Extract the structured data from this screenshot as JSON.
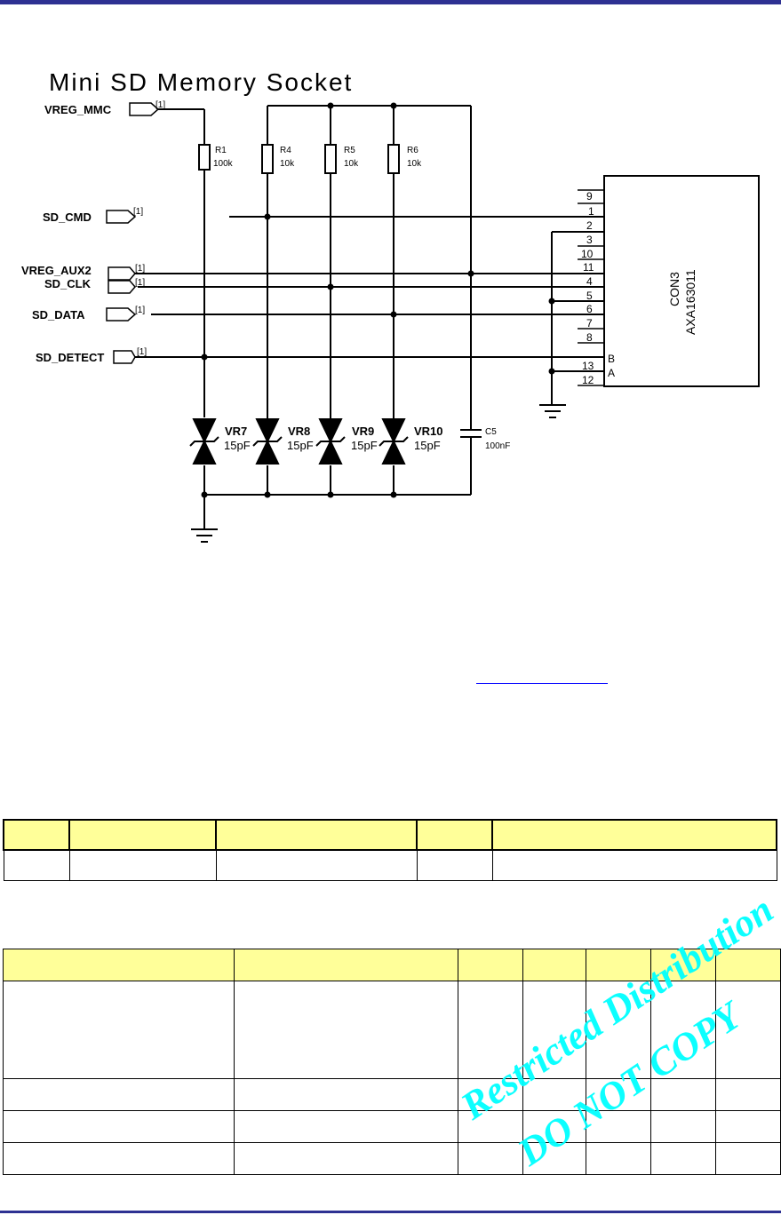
{
  "schematic": {
    "title": "Mini SD Memory Socket",
    "nets": [
      "VREG_MMC",
      "SD_CMD",
      "VREG_AUX2",
      "SD_CLK",
      "SD_DATA",
      "SD_DETECT"
    ],
    "net_ref": "[1]",
    "resistors": [
      {
        "ref": "R1",
        "value": "100k"
      },
      {
        "ref": "R4",
        "value": "10k"
      },
      {
        "ref": "R5",
        "value": "10k"
      },
      {
        "ref": "R6",
        "value": "10k"
      }
    ],
    "varistors": [
      {
        "ref": "VR7",
        "value": "15pF"
      },
      {
        "ref": "VR8",
        "value": "15pF"
      },
      {
        "ref": "VR9",
        "value": "15pF"
      },
      {
        "ref": "VR10",
        "value": "15pF"
      }
    ],
    "capacitor": {
      "ref": "C5",
      "value": "100nF"
    },
    "connector": {
      "ref": "CON3",
      "part": "AXA163011",
      "pins": [
        "9",
        "1",
        "2",
        "3",
        "10",
        "11",
        "4",
        "5",
        "6",
        "7",
        "8",
        "13",
        "12"
      ],
      "pin_letters": [
        "B",
        "A"
      ]
    }
  },
  "watermark": {
    "line1": "Restricted Distribution",
    "line2": "DO NOT COPY"
  },
  "colors": {
    "rule": "#2e3192",
    "table_header": "#ffff99",
    "watermark": "#00ffff",
    "link": "#0000ff"
  }
}
